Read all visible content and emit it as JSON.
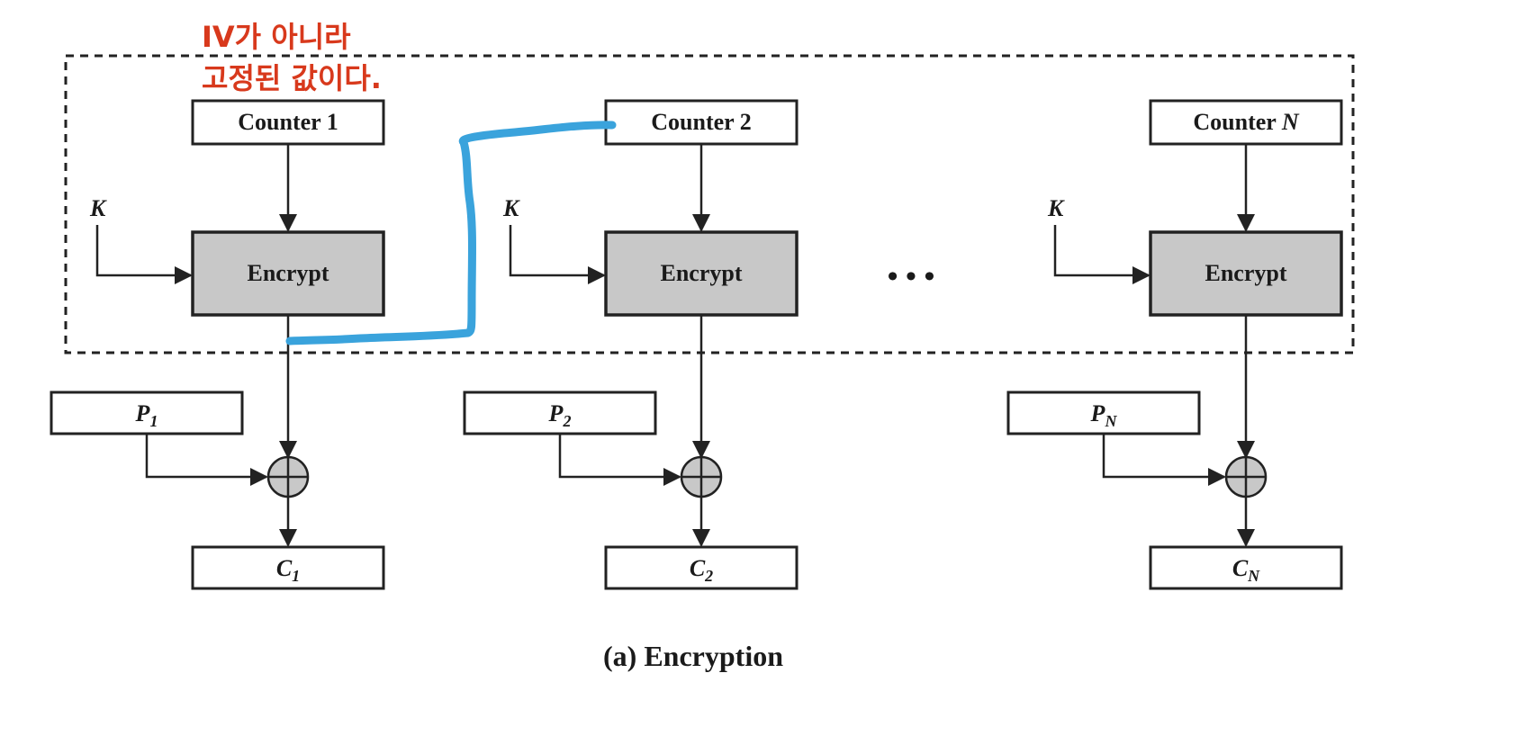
{
  "annotation": {
    "line1": "IV가 아니라",
    "line2": "고정된 값이다.",
    "note_color": "#d8391c",
    "highlight_color": "#3aa3dc"
  },
  "columns": [
    {
      "counter_prefix": "Counter ",
      "counter_index": "1",
      "key": "K",
      "encrypt": "Encrypt",
      "p_letter": "P",
      "p_sub": "1",
      "c_letter": "C",
      "c_sub": "1"
    },
    {
      "counter_prefix": "Counter ",
      "counter_index": "2",
      "key": "K",
      "encrypt": "Encrypt",
      "p_letter": "P",
      "p_sub": "2",
      "c_letter": "C",
      "c_sub": "2"
    },
    {
      "counter_prefix": "Counter ",
      "counter_index": "N",
      "key": "K",
      "encrypt": "Encrypt",
      "p_letter": "P",
      "p_sub": "N",
      "c_letter": "C",
      "c_sub": "N"
    }
  ],
  "ellipsis": "• • •",
  "caption": "(a) Encryption",
  "colors": {
    "stroke": "#222222",
    "encrypt_fill": "#c8c8c8",
    "xor_fill": "#c8c8c8"
  }
}
